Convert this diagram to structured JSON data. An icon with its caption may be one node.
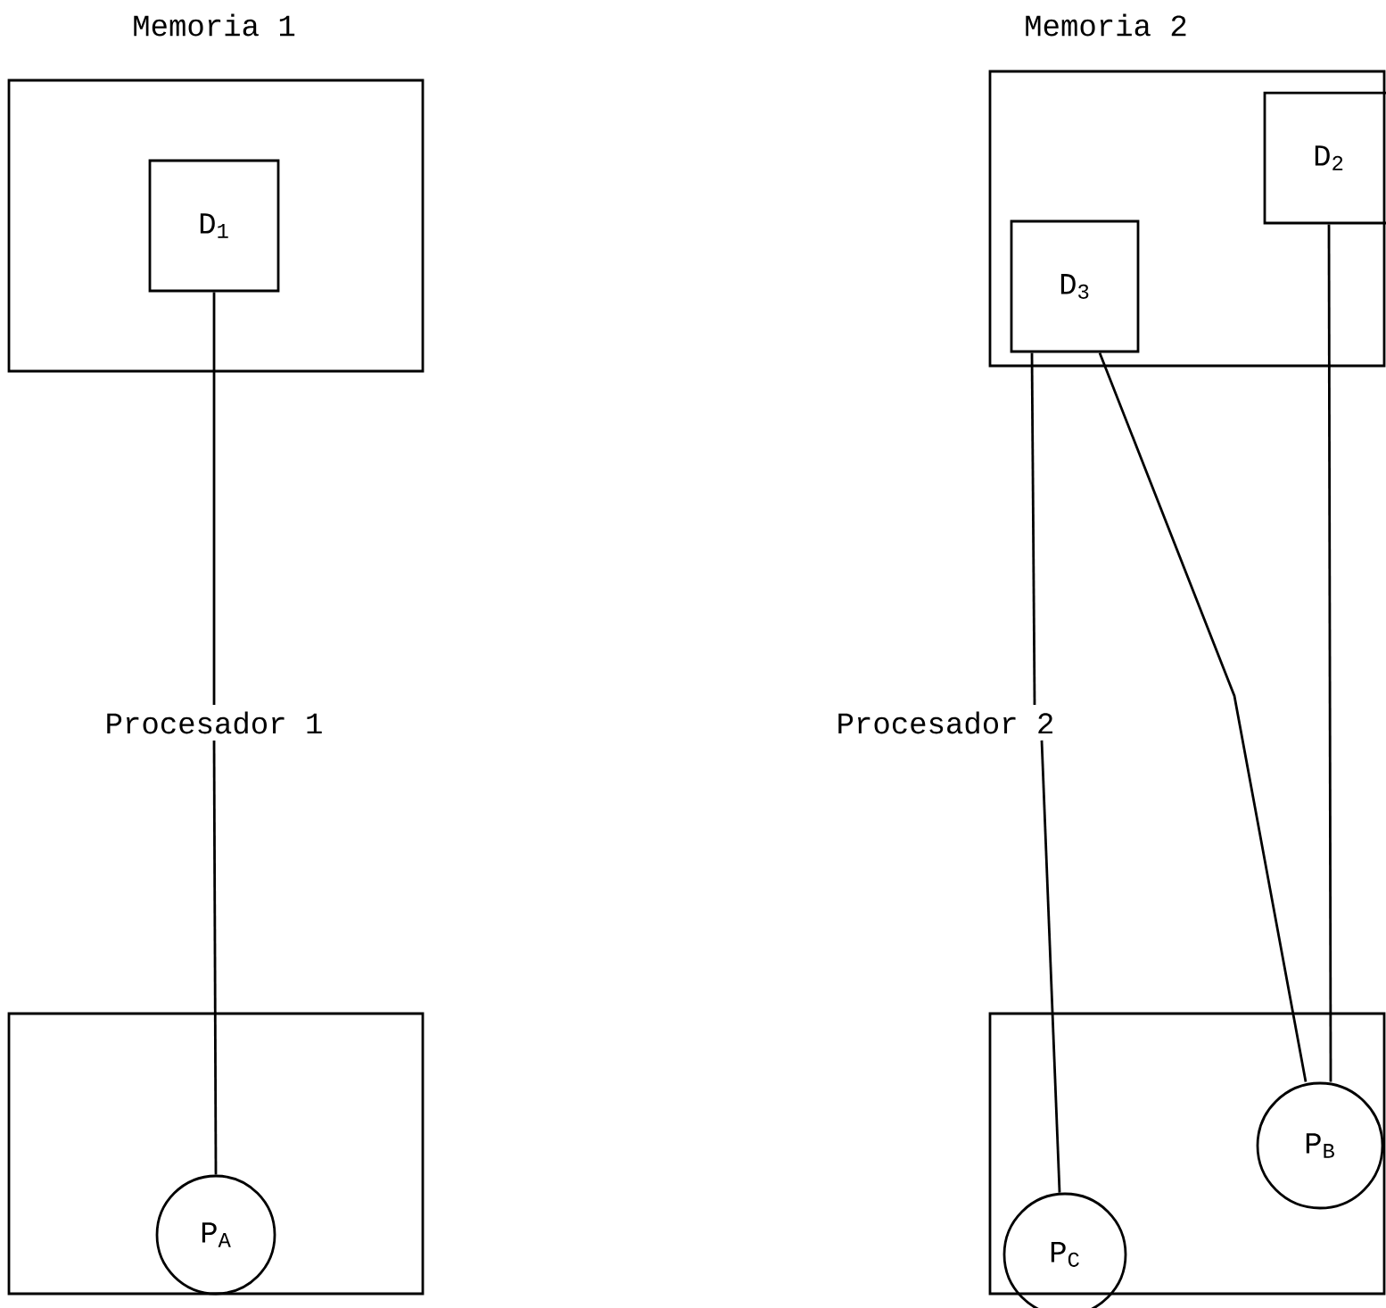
{
  "diagram": {
    "nodes": [
      {
        "text": [
          "Memoria 1"
        ]
      },
      {
        "text": [
          "D$_{1}$"
        ],
        "in": 0
      },
      {
        "text": [
          "Procesador 1"
        ]
      },
      {
        "text": [],
        "shape": "box"
      },
      {
        "text": [
          "P$_{A}$"
        ],
        "in": 3
      },
      {
        "text": [
          "Memoria 2"
        ]
      },
      {
        "text": [
          "D$_{2}$"
        ],
        "in": 5
      },
      {
        "text": [
          "D$_{3}$"
        ],
        "in": 5
      },
      {
        "text": [
          "Procesador 2"
        ]
      },
      {
        "text": [],
        "shape": "box"
      },
      {
        "text": [
          "P$_{B}$"
        ],
        "in": 9
      },
      {
        "text": [
          "P$_{C}$"
        ],
        "in": 9
      }
    ],
    "edges": [
      {
        "from": 1,
        "to": 2,
        "arrow": "none"
      },
      {
        "from": 2,
        "to": 4,
        "arrow": "none"
      },
      {
        "from": 7,
        "to": 8,
        "arrow": "none"
      },
      {
        "from": 8,
        "to": 11,
        "arrow": "none"
      },
      {
        "from": 7,
        "to": 10,
        "arrow": "none"
      },
      {
        "from": 6,
        "to": 10,
        "arrow": "none"
      }
    ]
  }
}
